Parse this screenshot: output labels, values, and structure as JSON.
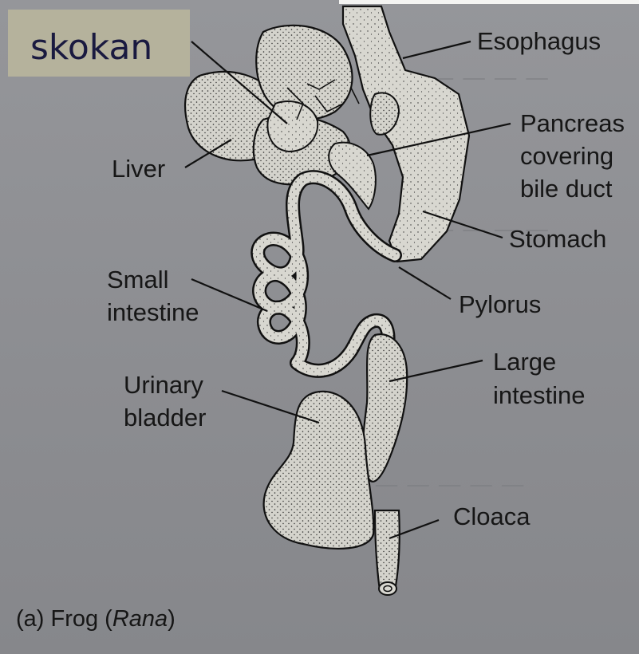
{
  "badge": {
    "text": "skokan"
  },
  "labels": {
    "esophagus": "Esophagus",
    "pancreas_1": "Pancreas",
    "pancreas_2": "covering",
    "pancreas_3": "bile duct",
    "liver": "Liver",
    "stomach": "Stomach",
    "small_intestine_1": "Small",
    "small_intestine_2": "intestine",
    "pylorus": "Pylorus",
    "large_intestine_1": "Large",
    "large_intestine_2": "intestine",
    "urinary_bladder_1": "Urinary",
    "urinary_bladder_2": "bladder",
    "cloaca": "Cloaca"
  },
  "caption": {
    "prefix": "(a) Frog (",
    "genus": "Rana",
    "suffix": ")"
  },
  "colors": {
    "background": "#8e8f93",
    "ink": "#161616",
    "badge": "#b5b29c",
    "badge_text": "#1a1a40"
  }
}
